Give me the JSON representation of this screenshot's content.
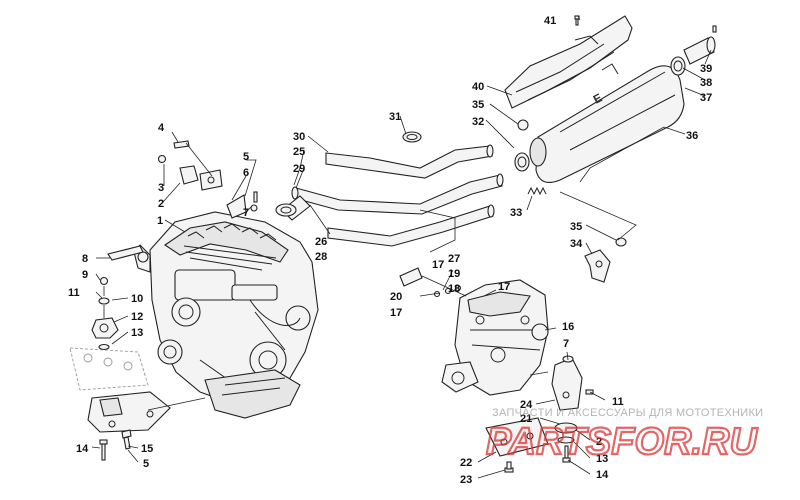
{
  "callouts": [
    {
      "id": "c41",
      "text": "41"
    },
    {
      "id": "c40",
      "text": "40"
    },
    {
      "id": "c39",
      "text": "39"
    },
    {
      "id": "c38",
      "text": "38"
    },
    {
      "id": "c37",
      "text": "37"
    },
    {
      "id": "c36",
      "text": "36"
    },
    {
      "id": "c35a",
      "text": "35"
    },
    {
      "id": "c32",
      "text": "32"
    },
    {
      "id": "c31",
      "text": "31"
    },
    {
      "id": "c30",
      "text": "30"
    },
    {
      "id": "c25",
      "text": "25"
    },
    {
      "id": "c29",
      "text": "29"
    },
    {
      "id": "c33",
      "text": "33"
    },
    {
      "id": "c35b",
      "text": "35"
    },
    {
      "id": "c34",
      "text": "34"
    },
    {
      "id": "c27",
      "text": "27"
    },
    {
      "id": "c26",
      "text": "26"
    },
    {
      "id": "c28",
      "text": "28"
    },
    {
      "id": "c19",
      "text": "19"
    },
    {
      "id": "c18",
      "text": "18"
    },
    {
      "id": "c17a",
      "text": "17"
    },
    {
      "id": "c20",
      "text": "20"
    },
    {
      "id": "c17b",
      "text": "17"
    },
    {
      "id": "c17c",
      "text": "17"
    },
    {
      "id": "c16",
      "text": "16"
    },
    {
      "id": "c7b",
      "text": "7"
    },
    {
      "id": "c11b",
      "text": "11"
    },
    {
      "id": "c24",
      "text": "24"
    },
    {
      "id": "c21",
      "text": "21"
    },
    {
      "id": "c2b",
      "text": "2"
    },
    {
      "id": "c13b",
      "text": "13"
    },
    {
      "id": "c14b",
      "text": "14"
    },
    {
      "id": "c22",
      "text": "22"
    },
    {
      "id": "c23",
      "text": "23"
    },
    {
      "id": "c4",
      "text": "4"
    },
    {
      "id": "c3",
      "text": "3"
    },
    {
      "id": "c2a",
      "text": "2"
    },
    {
      "id": "c5a",
      "text": "5"
    },
    {
      "id": "c6",
      "text": "6"
    },
    {
      "id": "c7a",
      "text": "7"
    },
    {
      "id": "c1",
      "text": "1"
    },
    {
      "id": "c8",
      "text": "8"
    },
    {
      "id": "c9",
      "text": "9"
    },
    {
      "id": "c11a",
      "text": "11"
    },
    {
      "id": "c10",
      "text": "10"
    },
    {
      "id": "c12",
      "text": "12"
    },
    {
      "id": "c13a",
      "text": "13"
    },
    {
      "id": "c14a",
      "text": "14"
    },
    {
      "id": "c15",
      "text": "15"
    },
    {
      "id": "c5b",
      "text": "5"
    }
  ],
  "watermark": {
    "caption": "ЗАПЧАСТИ И АКСЕССУАРЫ ДЛЯ МОТОТЕХНИКИ",
    "logo": "PARTSFOR.RU"
  }
}
